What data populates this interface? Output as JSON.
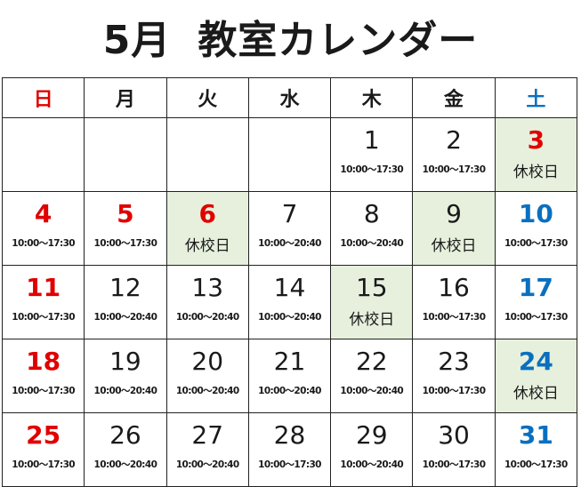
{
  "title": {
    "month": "5月",
    "text": "教室カレンダー"
  },
  "weekdays": [
    {
      "label": "日",
      "color": "#e00000"
    },
    {
      "label": "月"
    },
    {
      "label": "火"
    },
    {
      "label": "水"
    },
    {
      "label": "木"
    },
    {
      "label": "金"
    },
    {
      "label": "土",
      "color": "#0a6fbf"
    }
  ],
  "colors": {
    "sunday_holiday": "#e00000",
    "saturday": "#0a6fbf",
    "closed_background": "#e6f0dd"
  },
  "weeks": [
    [
      {
        "day": ""
      },
      {
        "day": ""
      },
      {
        "day": ""
      },
      {
        "day": ""
      },
      {
        "day": "1",
        "hours": "10:00～17:30"
      },
      {
        "day": "2",
        "hours": "10:00～17:30"
      },
      {
        "day": "3",
        "style": "red",
        "closed": "休校日"
      }
    ],
    [
      {
        "day": "4",
        "style": "red",
        "hours": "10:00～17:30"
      },
      {
        "day": "5",
        "style": "red",
        "hours": "10:00～17:30"
      },
      {
        "day": "6",
        "style": "red",
        "closed": "休校日"
      },
      {
        "day": "7",
        "hours": "10:00～20:40"
      },
      {
        "day": "8",
        "hours": "10:00～20:40"
      },
      {
        "day": "9",
        "closed": "休校日"
      },
      {
        "day": "10",
        "style": "blue",
        "hours": "10:00～17:30"
      }
    ],
    [
      {
        "day": "11",
        "style": "red",
        "hours": "10:00～17:30"
      },
      {
        "day": "12",
        "hours": "10:00～20:40"
      },
      {
        "day": "13",
        "hours": "10:00～20:40"
      },
      {
        "day": "14",
        "hours": "10:00～20:40"
      },
      {
        "day": "15",
        "closed": "休校日"
      },
      {
        "day": "16",
        "hours": "10:00～17:30"
      },
      {
        "day": "17",
        "style": "blue",
        "hours": "10:00～17:30"
      }
    ],
    [
      {
        "day": "18",
        "style": "red",
        "hours": "10:00～17:30"
      },
      {
        "day": "19",
        "hours": "10:00～20:40"
      },
      {
        "day": "20",
        "hours": "10:00～20:40"
      },
      {
        "day": "21",
        "hours": "10:00～20:40"
      },
      {
        "day": "22",
        "hours": "10:00～20:40"
      },
      {
        "day": "23",
        "hours": "10:00～17:30"
      },
      {
        "day": "24",
        "style": "blue",
        "closed": "休校日"
      }
    ],
    [
      {
        "day": "25",
        "style": "red",
        "hours": "10:00～17:30"
      },
      {
        "day": "26",
        "hours": "10:00～20:40"
      },
      {
        "day": "27",
        "hours": "10:00～20:40"
      },
      {
        "day": "28",
        "hours": "10:00～17:30"
      },
      {
        "day": "29",
        "hours": "10:00～20:40"
      },
      {
        "day": "30",
        "hours": "10:00～17:30"
      },
      {
        "day": "31",
        "style": "blue",
        "hours": "10:00～17:30"
      }
    ]
  ]
}
